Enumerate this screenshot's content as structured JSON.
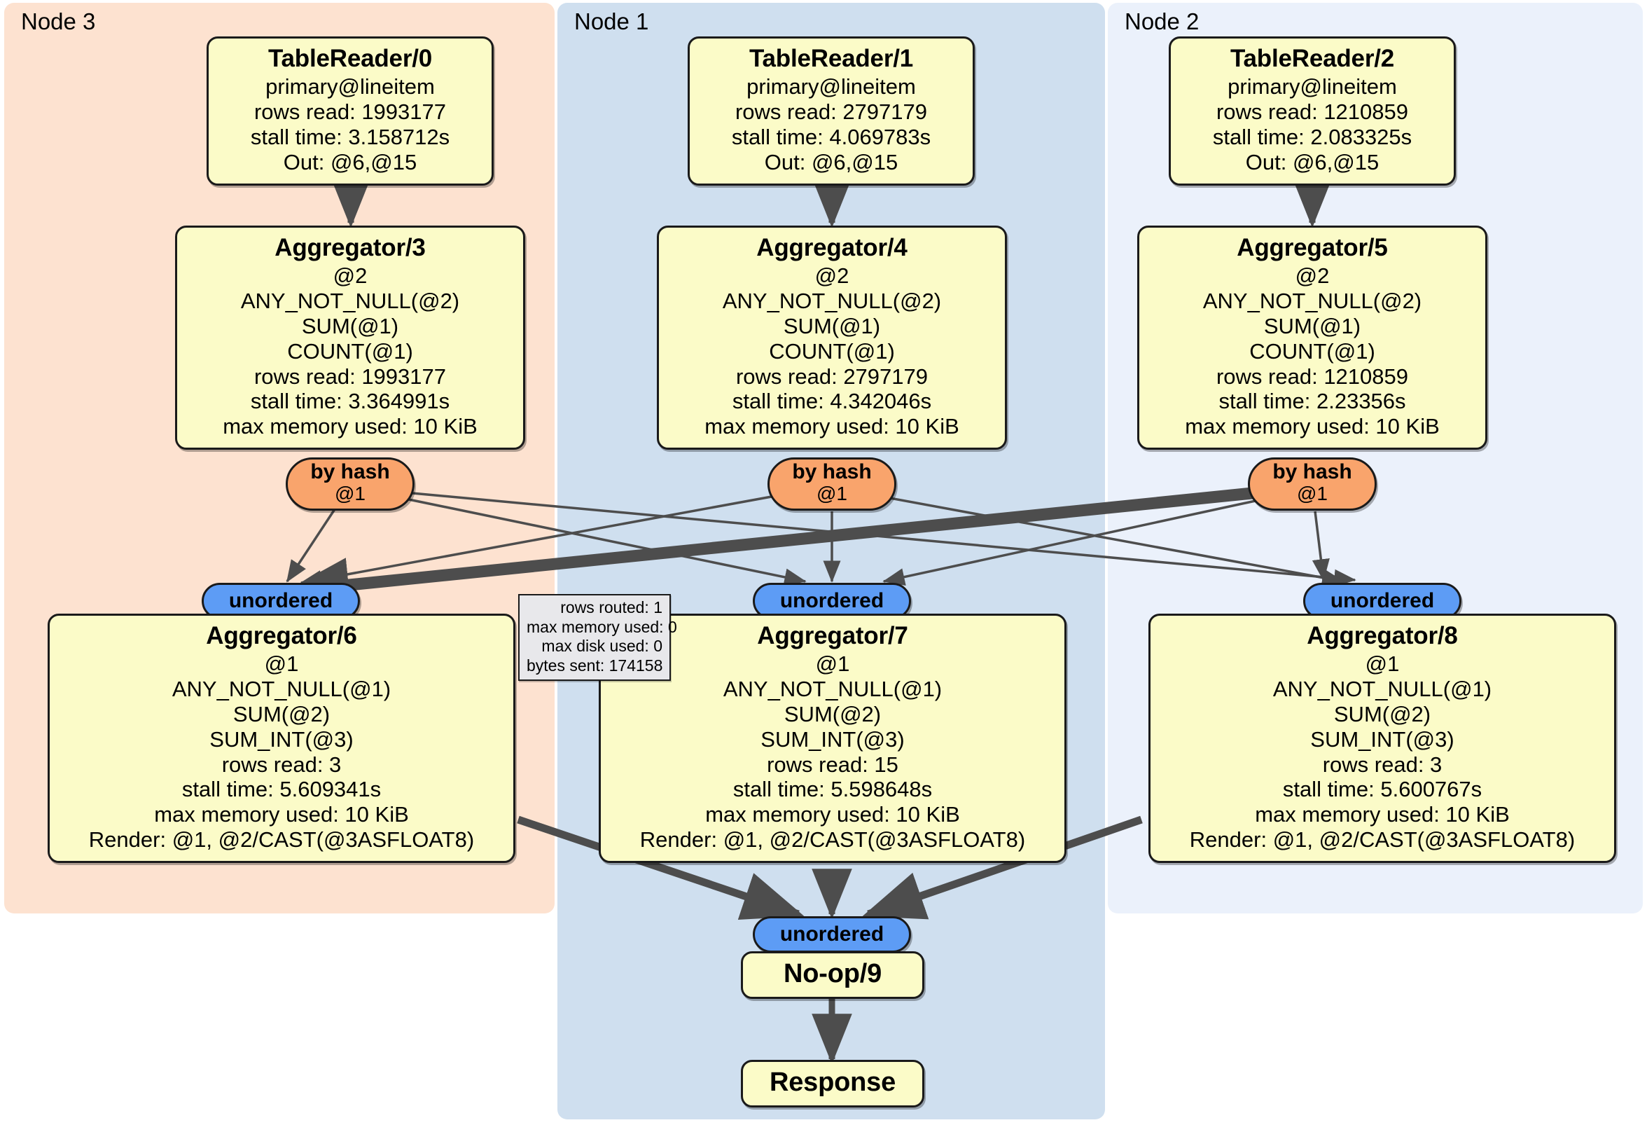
{
  "diagram": {
    "type": "distsql-physical-plan",
    "background": "#ffffff",
    "colors": {
      "node3_panel": "#fde2d0",
      "node1_panel": "#cfdfef",
      "node2_panel": "#ebf1fb",
      "operator_box": "#fbfbc8",
      "hash_router": "#f9a46c",
      "unordered_router": "#5d9cf5",
      "stats_box": "#e8e8eb",
      "edge": "#4d4d4d",
      "border": "#1a1a1a"
    }
  },
  "clusters": [
    {
      "label": "Node 3",
      "color": "#fde2d0"
    },
    {
      "label": "Node 1",
      "color": "#cfdfef"
    },
    {
      "label": "Node 2",
      "color": "#ebf1fb"
    }
  ],
  "readers": [
    {
      "title": "TableReader/0",
      "lines": [
        "primary@lineitem",
        "rows read: 1993177",
        "stall time: 3.158712s",
        "Out: @6,@15"
      ]
    },
    {
      "title": "TableReader/1",
      "lines": [
        "primary@lineitem",
        "rows read: 2797179",
        "stall time: 4.069783s",
        "Out: @6,@15"
      ]
    },
    {
      "title": "TableReader/2",
      "lines": [
        "primary@lineitem",
        "rows read: 1210859",
        "stall time: 2.083325s",
        "Out: @6,@15"
      ]
    }
  ],
  "aggregators_top": [
    {
      "title": "Aggregator/3",
      "lines": [
        "@2",
        "ANY_NOT_NULL(@2)",
        "SUM(@1)",
        "COUNT(@1)",
        "rows read: 1993177",
        "stall time: 3.364991s",
        "max memory used: 10 KiB"
      ]
    },
    {
      "title": "Aggregator/4",
      "lines": [
        "@2",
        "ANY_NOT_NULL(@2)",
        "SUM(@1)",
        "COUNT(@1)",
        "rows read: 2797179",
        "stall time: 4.342046s",
        "max memory used: 10 KiB"
      ]
    },
    {
      "title": "Aggregator/5",
      "lines": [
        "@2",
        "ANY_NOT_NULL(@2)",
        "SUM(@1)",
        "COUNT(@1)",
        "rows read: 1210859",
        "stall time: 2.23356s",
        "max memory used: 10 KiB"
      ]
    }
  ],
  "hash_routers": [
    {
      "title": "by hash",
      "sub": "@1"
    },
    {
      "title": "by hash",
      "sub": "@1"
    },
    {
      "title": "by hash",
      "sub": "@1"
    }
  ],
  "unordered_routers": [
    {
      "title": "unordered"
    },
    {
      "title": "unordered"
    },
    {
      "title": "unordered"
    },
    {
      "title": "unordered"
    }
  ],
  "aggregators_bottom": [
    {
      "title": "Aggregator/6",
      "lines": [
        "@1",
        "ANY_NOT_NULL(@1)",
        "SUM(@2)",
        "SUM_INT(@3)",
        "rows read: 3",
        "stall time: 5.609341s",
        "max memory used: 10 KiB",
        "Render: @1, @2/CAST(@3ASFLOAT8)"
      ]
    },
    {
      "title": "Aggregator/7",
      "lines": [
        "@1",
        "ANY_NOT_NULL(@1)",
        "SUM(@2)",
        "SUM_INT(@3)",
        "rows read: 15",
        "stall time: 5.598648s",
        "max memory used: 10 KiB",
        "Render: @1, @2/CAST(@3ASFLOAT8)"
      ]
    },
    {
      "title": "Aggregator/8",
      "lines": [
        "@1",
        "ANY_NOT_NULL(@1)",
        "SUM(@2)",
        "SUM_INT(@3)",
        "rows read: 3",
        "stall time: 5.600767s",
        "max memory used: 10 KiB",
        "Render: @1, @2/CAST(@3ASFLOAT8)"
      ]
    }
  ],
  "stream_stats": {
    "lines": [
      "rows routed: 1",
      "max memory used: 0",
      "max disk used: 0",
      "bytes sent: 174158"
    ]
  },
  "terminals": {
    "noop": {
      "title": "No-op/9"
    },
    "response": {
      "title": "Response"
    }
  }
}
